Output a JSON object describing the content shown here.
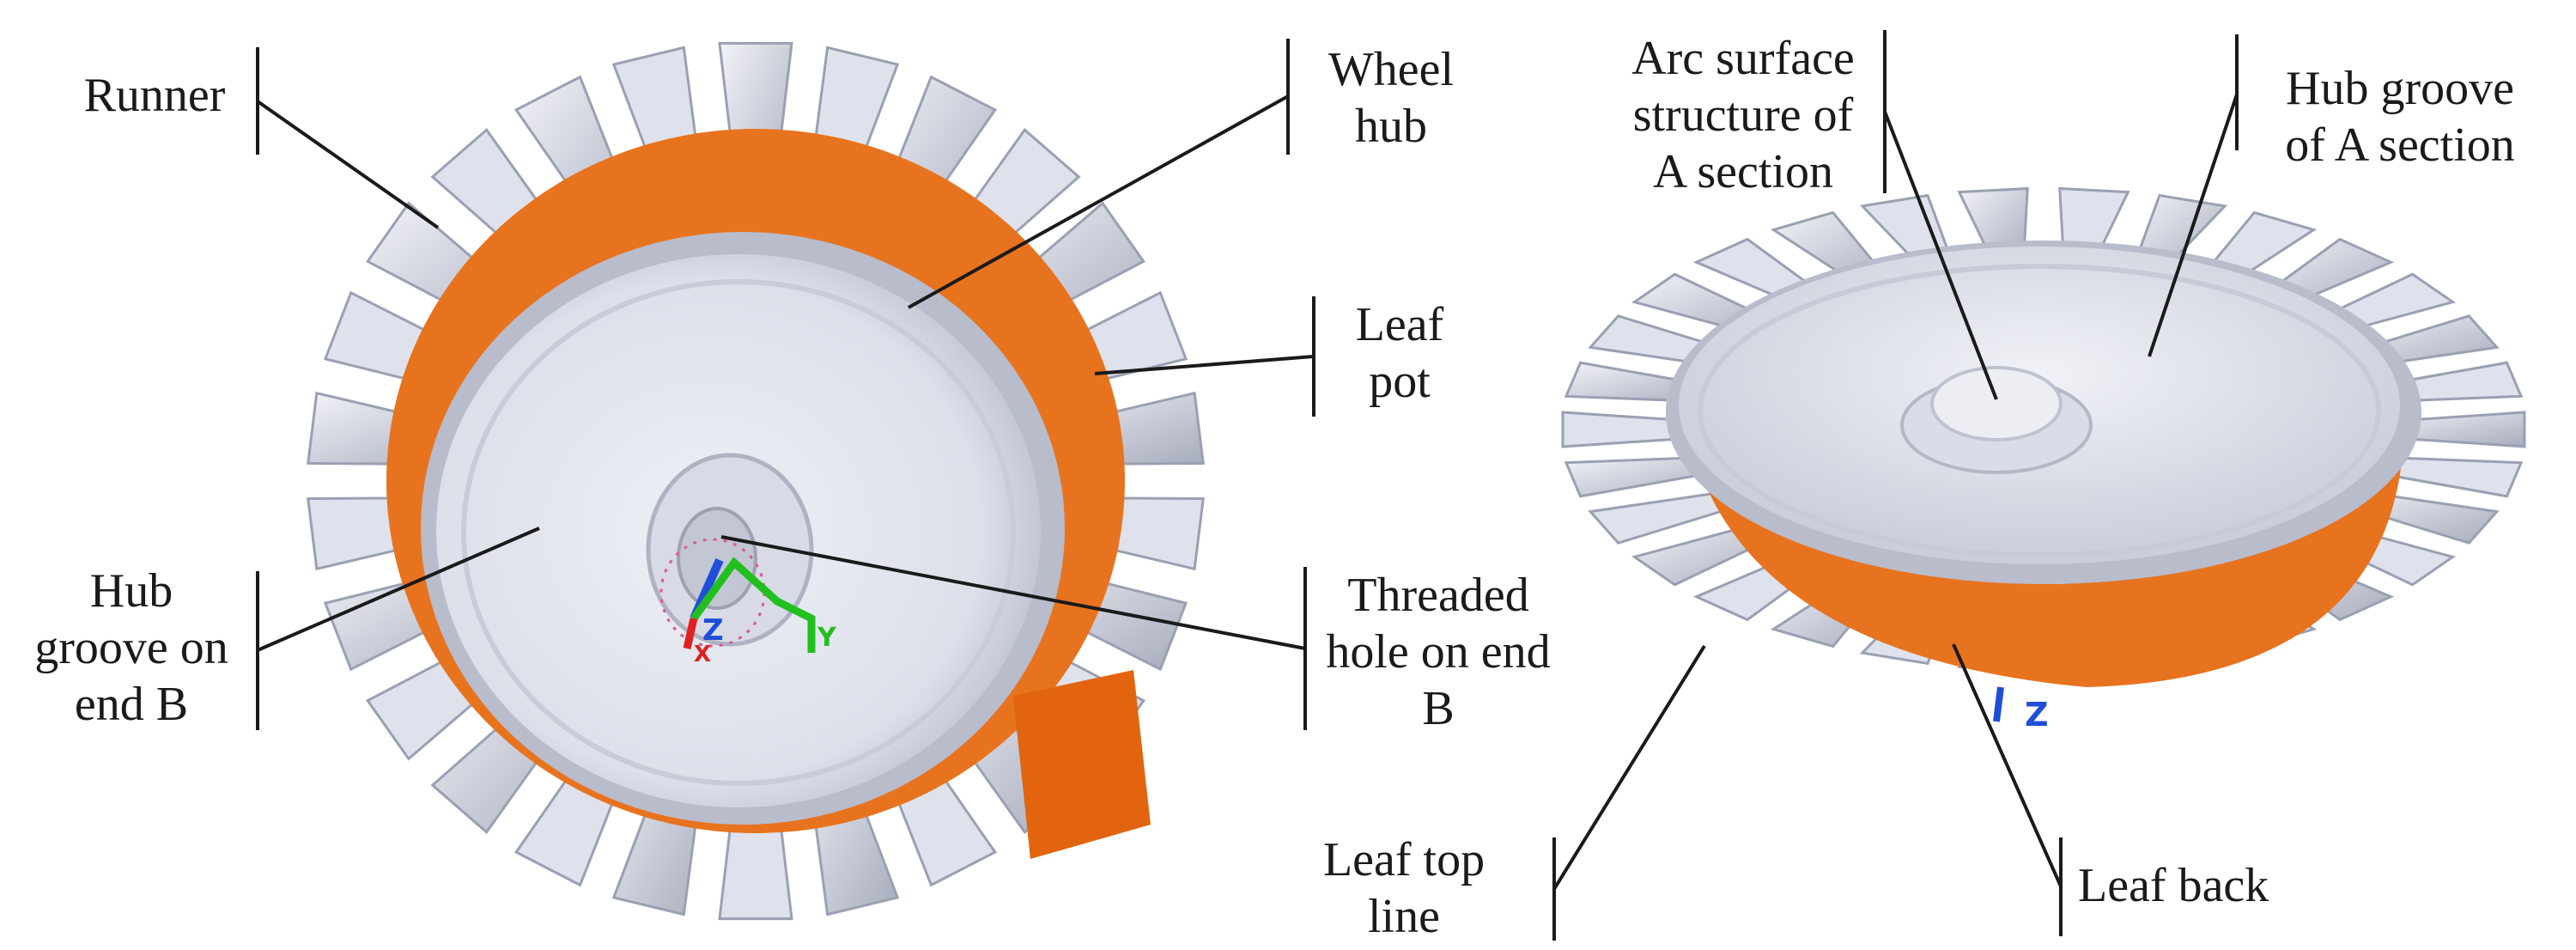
{
  "figure": {
    "labels": {
      "runner": "Runner",
      "wheel_hub": "Wheel\nhub",
      "leaf_pot": "Leaf\npot",
      "hub_groove_b": "Hub\ngroove on\nend B",
      "threaded_hole_b": "Threaded\nhole on end\nB",
      "arc_surface_a": "Arc surface\nstructure of\nA section",
      "hub_groove_a": "Hub groove\nof A section",
      "leaf_top_line": "Leaf top\nline",
      "leaf_back": "Leaf back"
    },
    "axis_letters": {
      "left_z": "Z",
      "left_y": "Y",
      "left_x": "X",
      "right_z": "Z"
    },
    "colors": {
      "blade": "#dfe2ec",
      "blade_shadow": "#9aa0b2",
      "hub_face": "#e4e7ef",
      "hub_rim": "#b9bdcb",
      "orange": "#e8731f",
      "leader": "#1a1a1a",
      "axis_blue": "#1f4fd8",
      "axis_green": "#22c01f",
      "axis_red": "#e02020"
    }
  }
}
